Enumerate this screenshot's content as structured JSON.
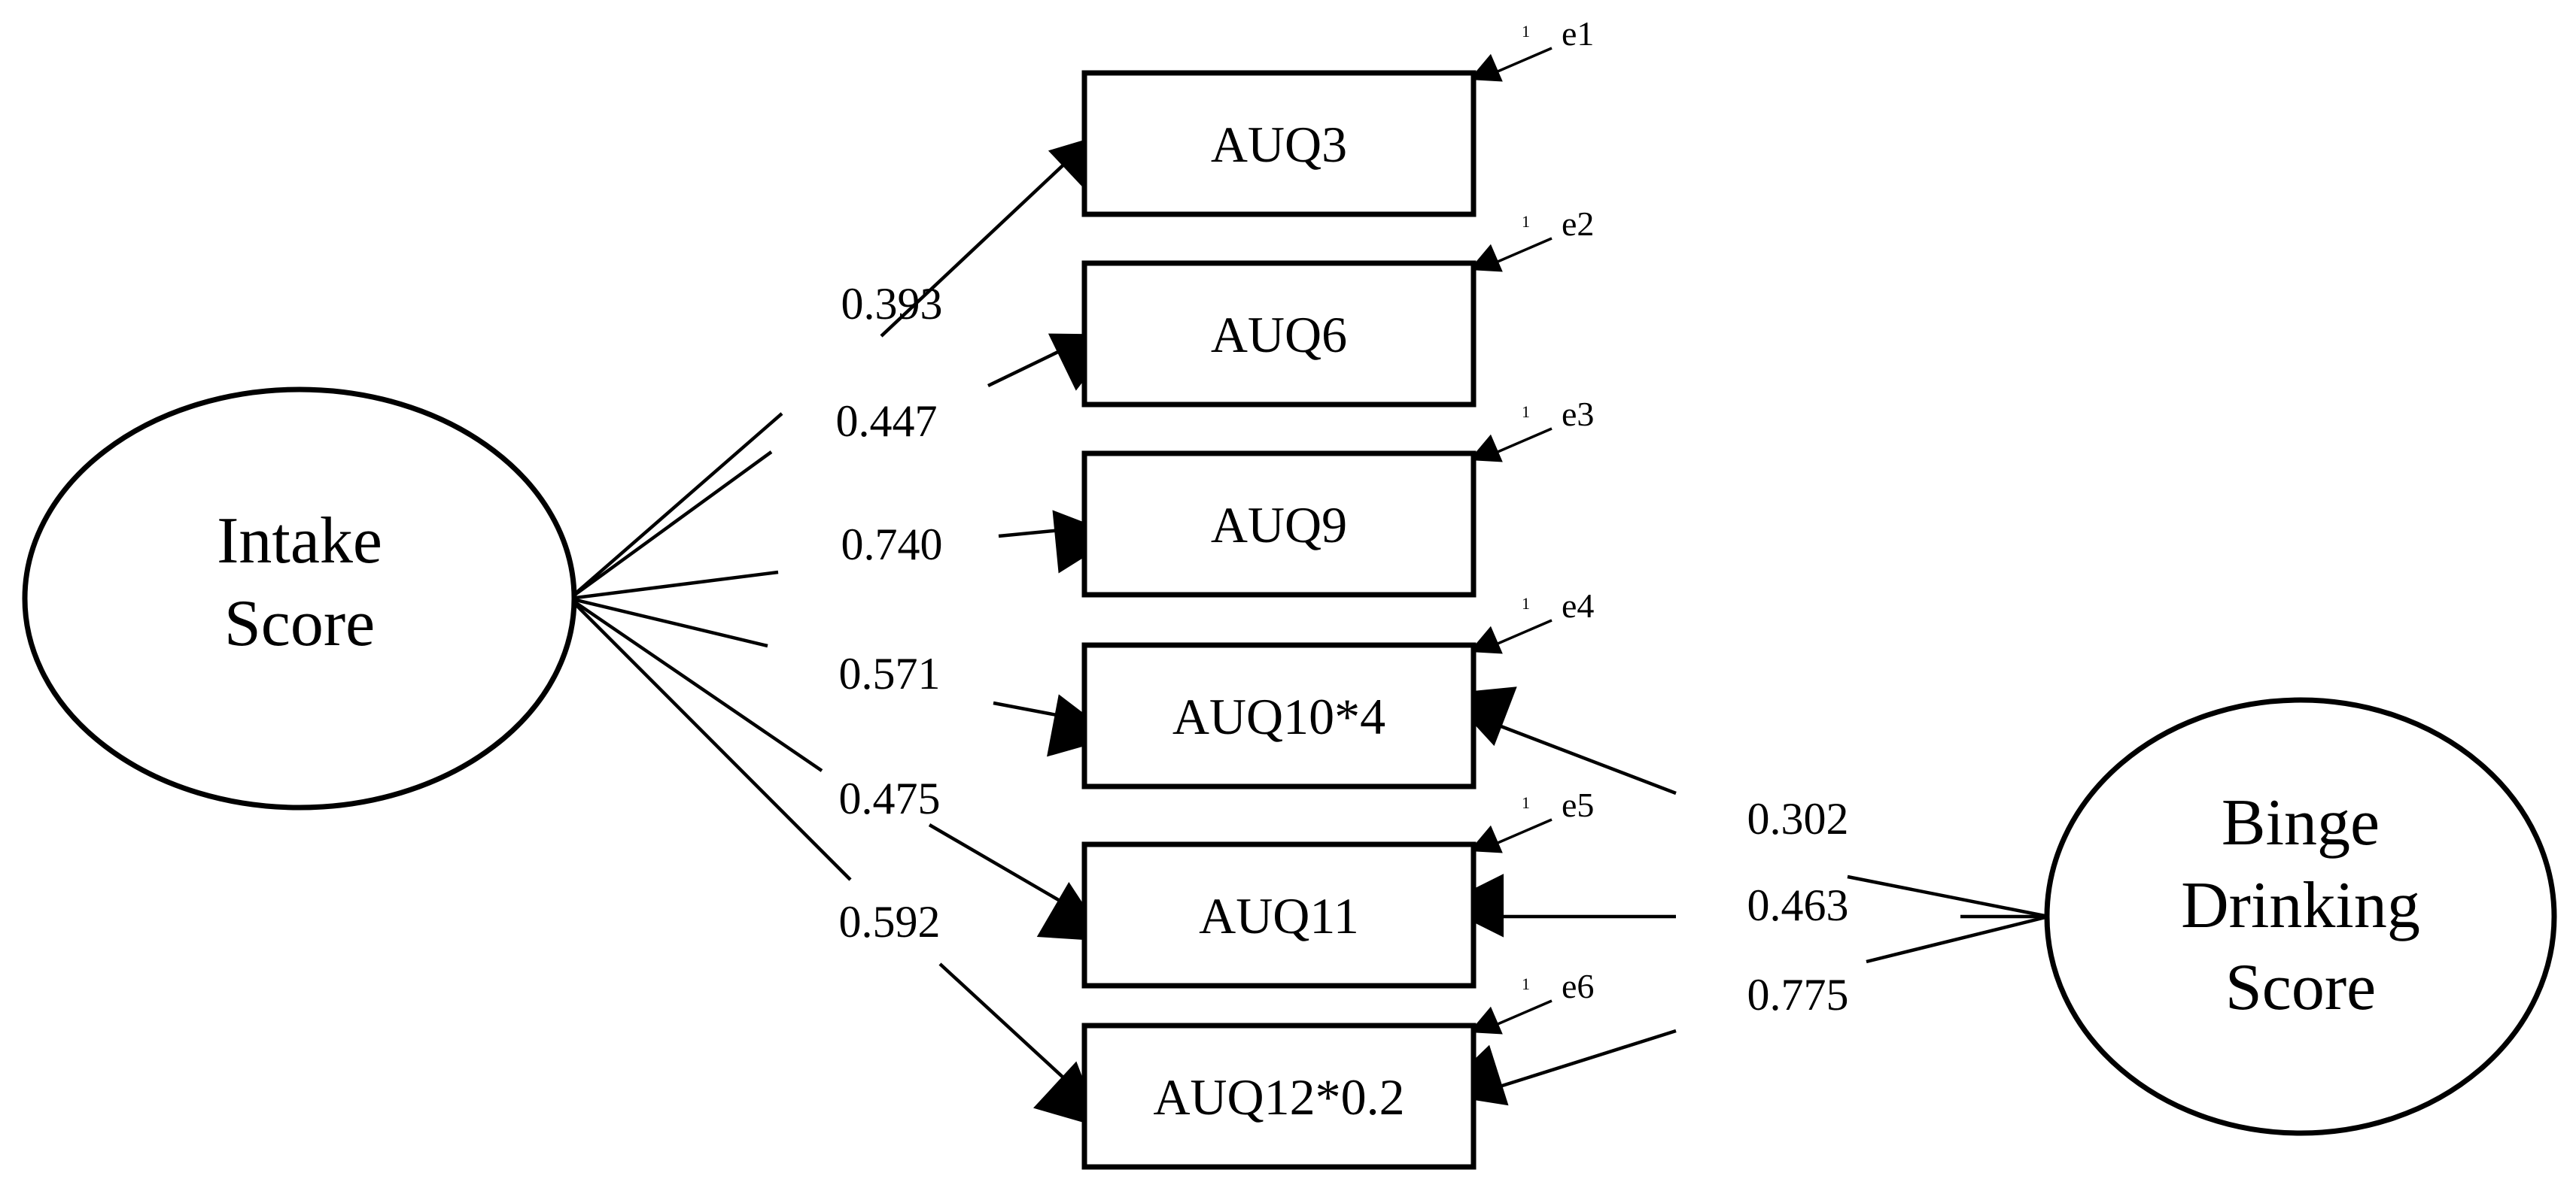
{
  "latent_factors": [
    {
      "id": "intake",
      "lines": [
        "Intake",
        "Score"
      ]
    },
    {
      "id": "binge",
      "lines": [
        "Binge",
        "Drinking",
        "Score"
      ]
    }
  ],
  "indicators": [
    {
      "id": "AUQ3",
      "label": "AUQ3",
      "error": "e1",
      "error_weight": "1"
    },
    {
      "id": "AUQ6",
      "label": "AUQ6",
      "error": "e2",
      "error_weight": "1"
    },
    {
      "id": "AUQ9",
      "label": "AUQ9",
      "error": "e3",
      "error_weight": "1"
    },
    {
      "id": "AUQ10",
      "label": "AUQ10*4",
      "error": "e4",
      "error_weight": "1"
    },
    {
      "id": "AUQ11",
      "label": "AUQ11",
      "error": "e5",
      "error_weight": "1"
    },
    {
      "id": "AUQ12",
      "label": "AUQ12*0.2",
      "error": "e6",
      "error_weight": "1"
    }
  ],
  "paths": [
    {
      "from": "intake",
      "to": "AUQ3",
      "coefficient": "0.393"
    },
    {
      "from": "intake",
      "to": "AUQ6",
      "coefficient": "0.447"
    },
    {
      "from": "intake",
      "to": "AUQ9",
      "coefficient": "0.740"
    },
    {
      "from": "intake",
      "to": "AUQ10",
      "coefficient": "0.571"
    },
    {
      "from": "intake",
      "to": "AUQ11",
      "coefficient": "0.475"
    },
    {
      "from": "intake",
      "to": "AUQ12",
      "coefficient": "0.592"
    },
    {
      "from": "binge",
      "to": "AUQ10",
      "coefficient": "0.302"
    },
    {
      "from": "binge",
      "to": "AUQ11",
      "coefficient": "0.463"
    },
    {
      "from": "binge",
      "to": "AUQ12",
      "coefficient": "0.775"
    }
  ]
}
